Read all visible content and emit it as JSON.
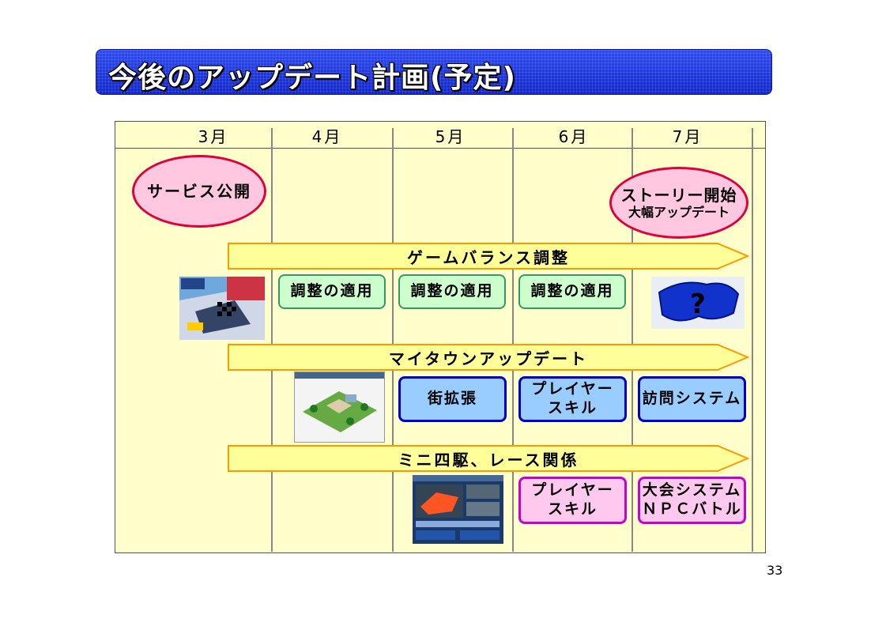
{
  "title": "今後のアップデート計画(予定)",
  "page_number": "33",
  "months": [
    "3月",
    "4月",
    "5月",
    "6月",
    "7月"
  ],
  "milestones": {
    "launch": "サービス公開",
    "story_line1": "ストーリー開始",
    "story_line2": "大幅アップデート"
  },
  "tracks": [
    {
      "label": "ゲームバランス調整",
      "items": [
        "調整の適用",
        "調整の適用",
        "調整の適用"
      ]
    },
    {
      "label": "マイタウンアップデート",
      "items": [
        "街拡張",
        "プレイヤー",
        "スキル",
        "訪問システム"
      ]
    },
    {
      "label": "ミニ四駆、レース関係",
      "items": [
        "プレイヤー",
        "スキル",
        "大会システム",
        "ＮＰＣバトル"
      ]
    }
  ],
  "colors": {
    "title_bar": "#1a33e0",
    "chart_bg": "#ffffcc",
    "arrow_fill": "#ffff99",
    "arrow_border": "#ff9900",
    "oval_border": "#e0003c",
    "oval_fill": "#ffc8e0",
    "green_box": "#ccffcc",
    "blue_box": "#99ccff",
    "pink_box": "#ffc8ee"
  },
  "icons": [
    "race-screenshot",
    "mini4wd-chassis-question-icon",
    "mytown-screenshot",
    "race-menu-screenshot"
  ]
}
